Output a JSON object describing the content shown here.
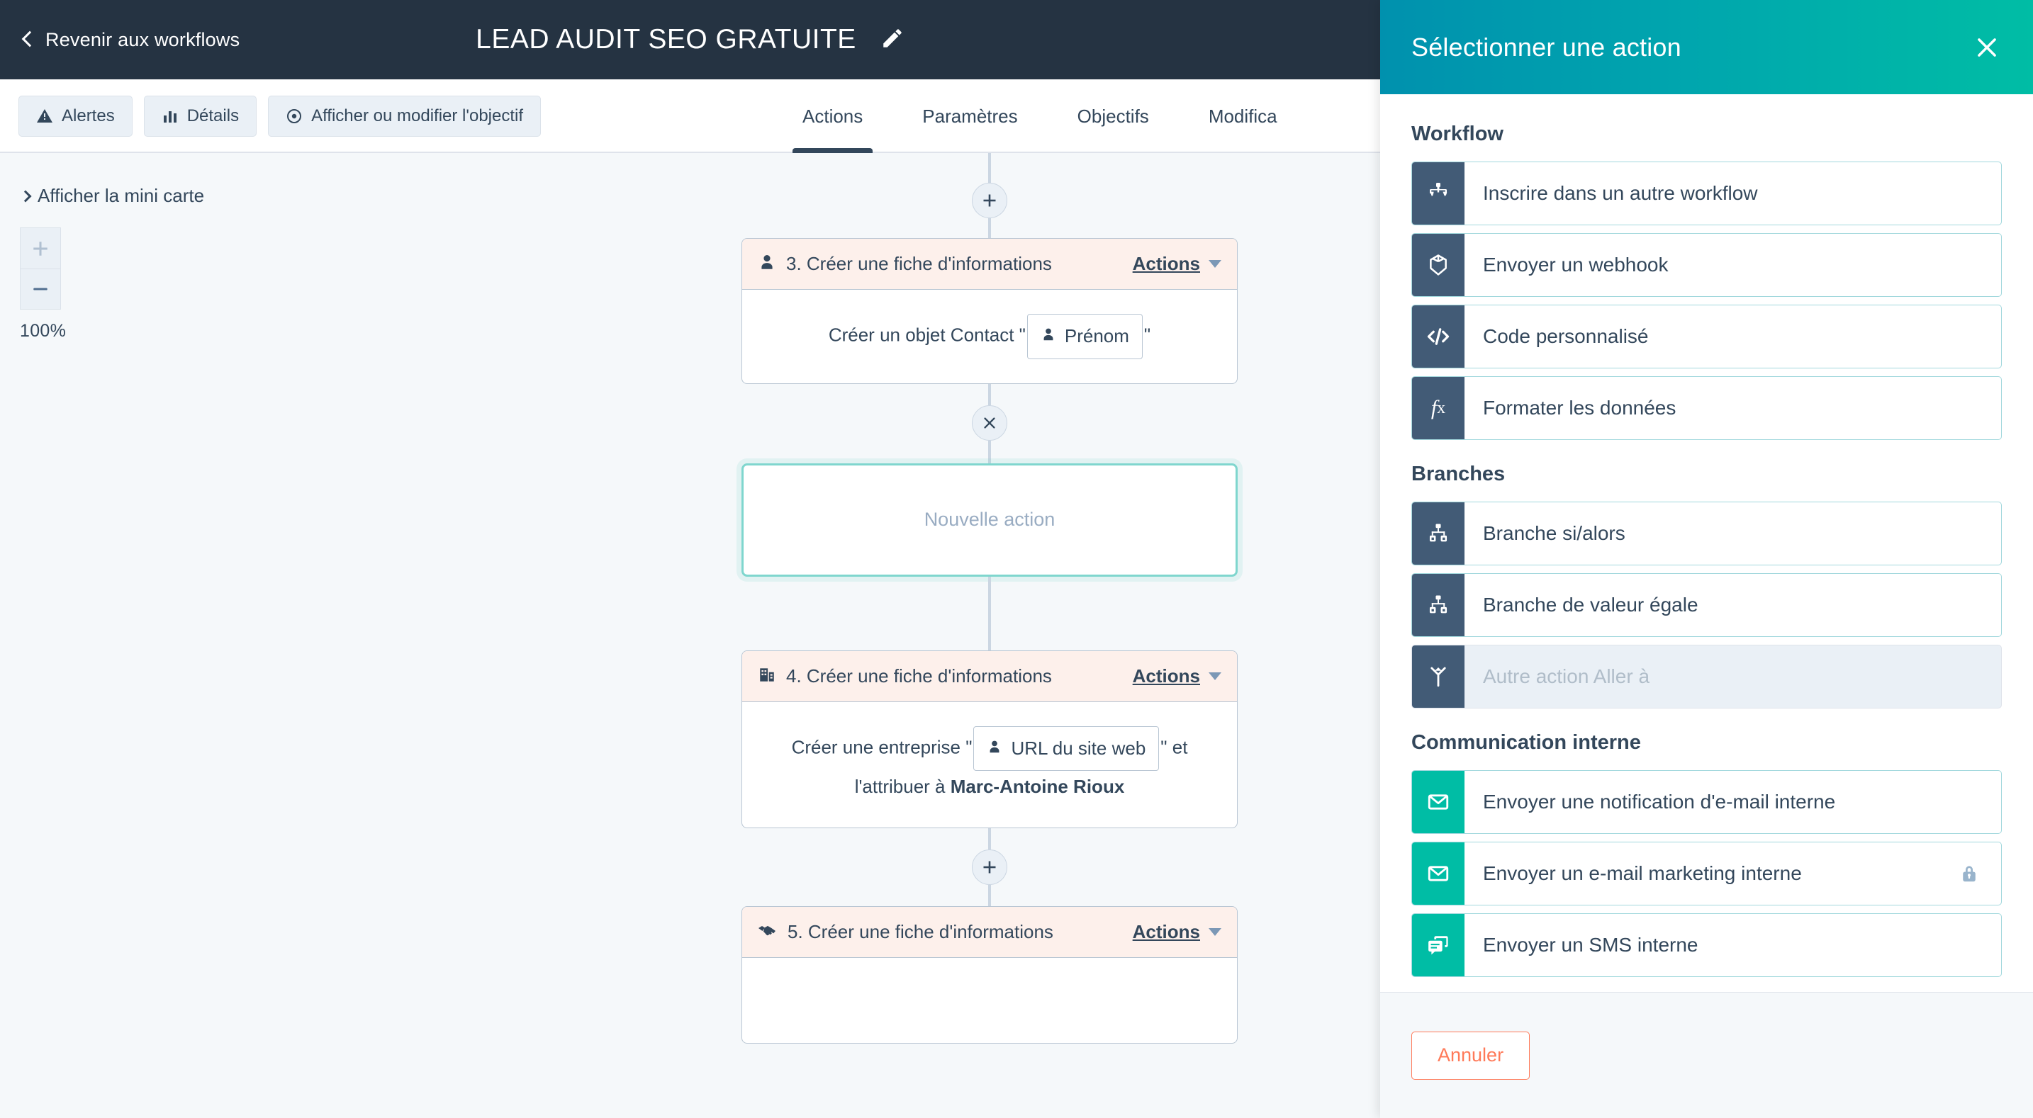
{
  "topbar": {
    "back_label": "Revenir aux workflows",
    "back_icon": "chevron-left-icon",
    "workflow_title": "LEAD AUDIT SEO GRATUITE",
    "edit_icon": "pencil-icon"
  },
  "toolbar": {
    "buttons": [
      {
        "label": "Alertes",
        "icon": "warning-triangle-icon"
      },
      {
        "label": "Détails",
        "icon": "bar-chart-icon"
      },
      {
        "label": "Afficher ou modifier l'objectif",
        "icon": "target-icon"
      }
    ],
    "tabs": [
      {
        "label": "Actions",
        "active": true
      },
      {
        "label": "Paramètres",
        "active": false
      },
      {
        "label": "Objectifs",
        "active": false
      },
      {
        "label": "Modifica",
        "active": false
      }
    ]
  },
  "canvas": {
    "minimap_toggle_label": "Afficher la mini carte",
    "minimap_icon": "chevron-right-icon",
    "zoom_in_label": "+",
    "zoom_out_label": "−",
    "zoom_level": "100%",
    "add_node_label": "+",
    "remove_node_label": "×",
    "new_action_placeholder": "Nouvelle action",
    "cards": [
      {
        "icon": "contact-person-icon",
        "title": "3. Créer une fiche d'informations",
        "actions_label": "Actions",
        "body_prefix": "Créer un objet Contact \"",
        "token_label": "Prénom",
        "token_icon": "contact-person-icon",
        "body_suffix": "\"",
        "body_extra": ""
      },
      {
        "icon": "company-building-icon",
        "title": "4. Créer une fiche d'informations",
        "actions_label": "Actions",
        "body_prefix": "Créer une entreprise \"",
        "token_label": "URL du site web",
        "token_icon": "contact-person-icon",
        "body_suffix": "\" et l'attribuer à ",
        "body_extra": "Marc-Antoine Rioux"
      },
      {
        "icon": "deal-handshake-icon",
        "title": "5. Créer une fiche d'informations",
        "actions_label": "Actions",
        "body_prefix": "",
        "token_label": "",
        "token_icon": "",
        "body_suffix": "",
        "body_extra": ""
      }
    ]
  },
  "panel": {
    "title": "Sélectionner une action",
    "close_icon": "close-icon",
    "cancel_label": "Annuler",
    "groups": [
      {
        "title": "Workflow",
        "items": [
          {
            "label": "Inscrire dans un autre workflow",
            "icon": "enroll-workflow-icon",
            "color": "dark",
            "disabled": false,
            "locked": false
          },
          {
            "label": "Envoyer un webhook",
            "icon": "webhook-cube-icon",
            "color": "dark",
            "disabled": false,
            "locked": false
          },
          {
            "label": "Code personnalisé",
            "icon": "code-brackets-icon",
            "color": "dark",
            "disabled": false,
            "locked": false
          },
          {
            "label": "Formater les données",
            "icon": "function-fx-icon",
            "color": "dark",
            "disabled": false,
            "locked": false
          }
        ]
      },
      {
        "title": "Branches",
        "items": [
          {
            "label": "Branche si/alors",
            "icon": "branch-tree-icon",
            "color": "dark",
            "disabled": false,
            "locked": false
          },
          {
            "label": "Branche de valeur égale",
            "icon": "branch-tree-icon",
            "color": "dark",
            "disabled": false,
            "locked": false
          },
          {
            "label": "Autre action Aller à",
            "icon": "goto-merge-icon",
            "color": "dark",
            "disabled": true,
            "locked": false
          }
        ]
      },
      {
        "title": "Communication interne",
        "items": [
          {
            "label": "Envoyer une notification d'e-mail interne",
            "icon": "envelope-icon",
            "color": "green",
            "disabled": false,
            "locked": false
          },
          {
            "label": "Envoyer un e-mail marketing interne",
            "icon": "envelope-icon",
            "color": "green",
            "disabled": false,
            "locked": true
          },
          {
            "label": "Envoyer un SMS interne",
            "icon": "sms-chat-icon",
            "color": "green",
            "disabled": false,
            "locked": false
          }
        ]
      }
    ]
  },
  "colors": {
    "topbar_bg": "#253342",
    "panel_header_from": "#0091ae",
    "panel_header_to": "#00bda5",
    "accent_orange": "#ff7a59",
    "icon_dark": "#425b76",
    "icon_green": "#00bda5",
    "card_header_bg": "#fdf0eb",
    "canvas_bg": "#f5f8fa"
  }
}
